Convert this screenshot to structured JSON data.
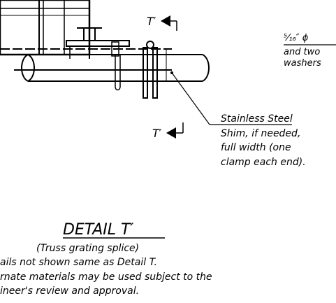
{
  "section_marker": {
    "text": "T′"
  },
  "bolt_note": {
    "line1": "⁵⁄₁₆″ ϕ",
    "line2": "and two",
    "line3": "washers"
  },
  "shim_note": {
    "line1": "Stainless Steel",
    "line2": "Shim, if needed,",
    "line3": "full width (one",
    "line4": "clamp each end)."
  },
  "detail": {
    "title": "DETAIL  T′",
    "subtitle": "(Truss grating splice)",
    "note1": "ails not shown same as Detail T.",
    "note2": "rnate materials may be used subject to the",
    "note3": "ineer's review and approval."
  }
}
